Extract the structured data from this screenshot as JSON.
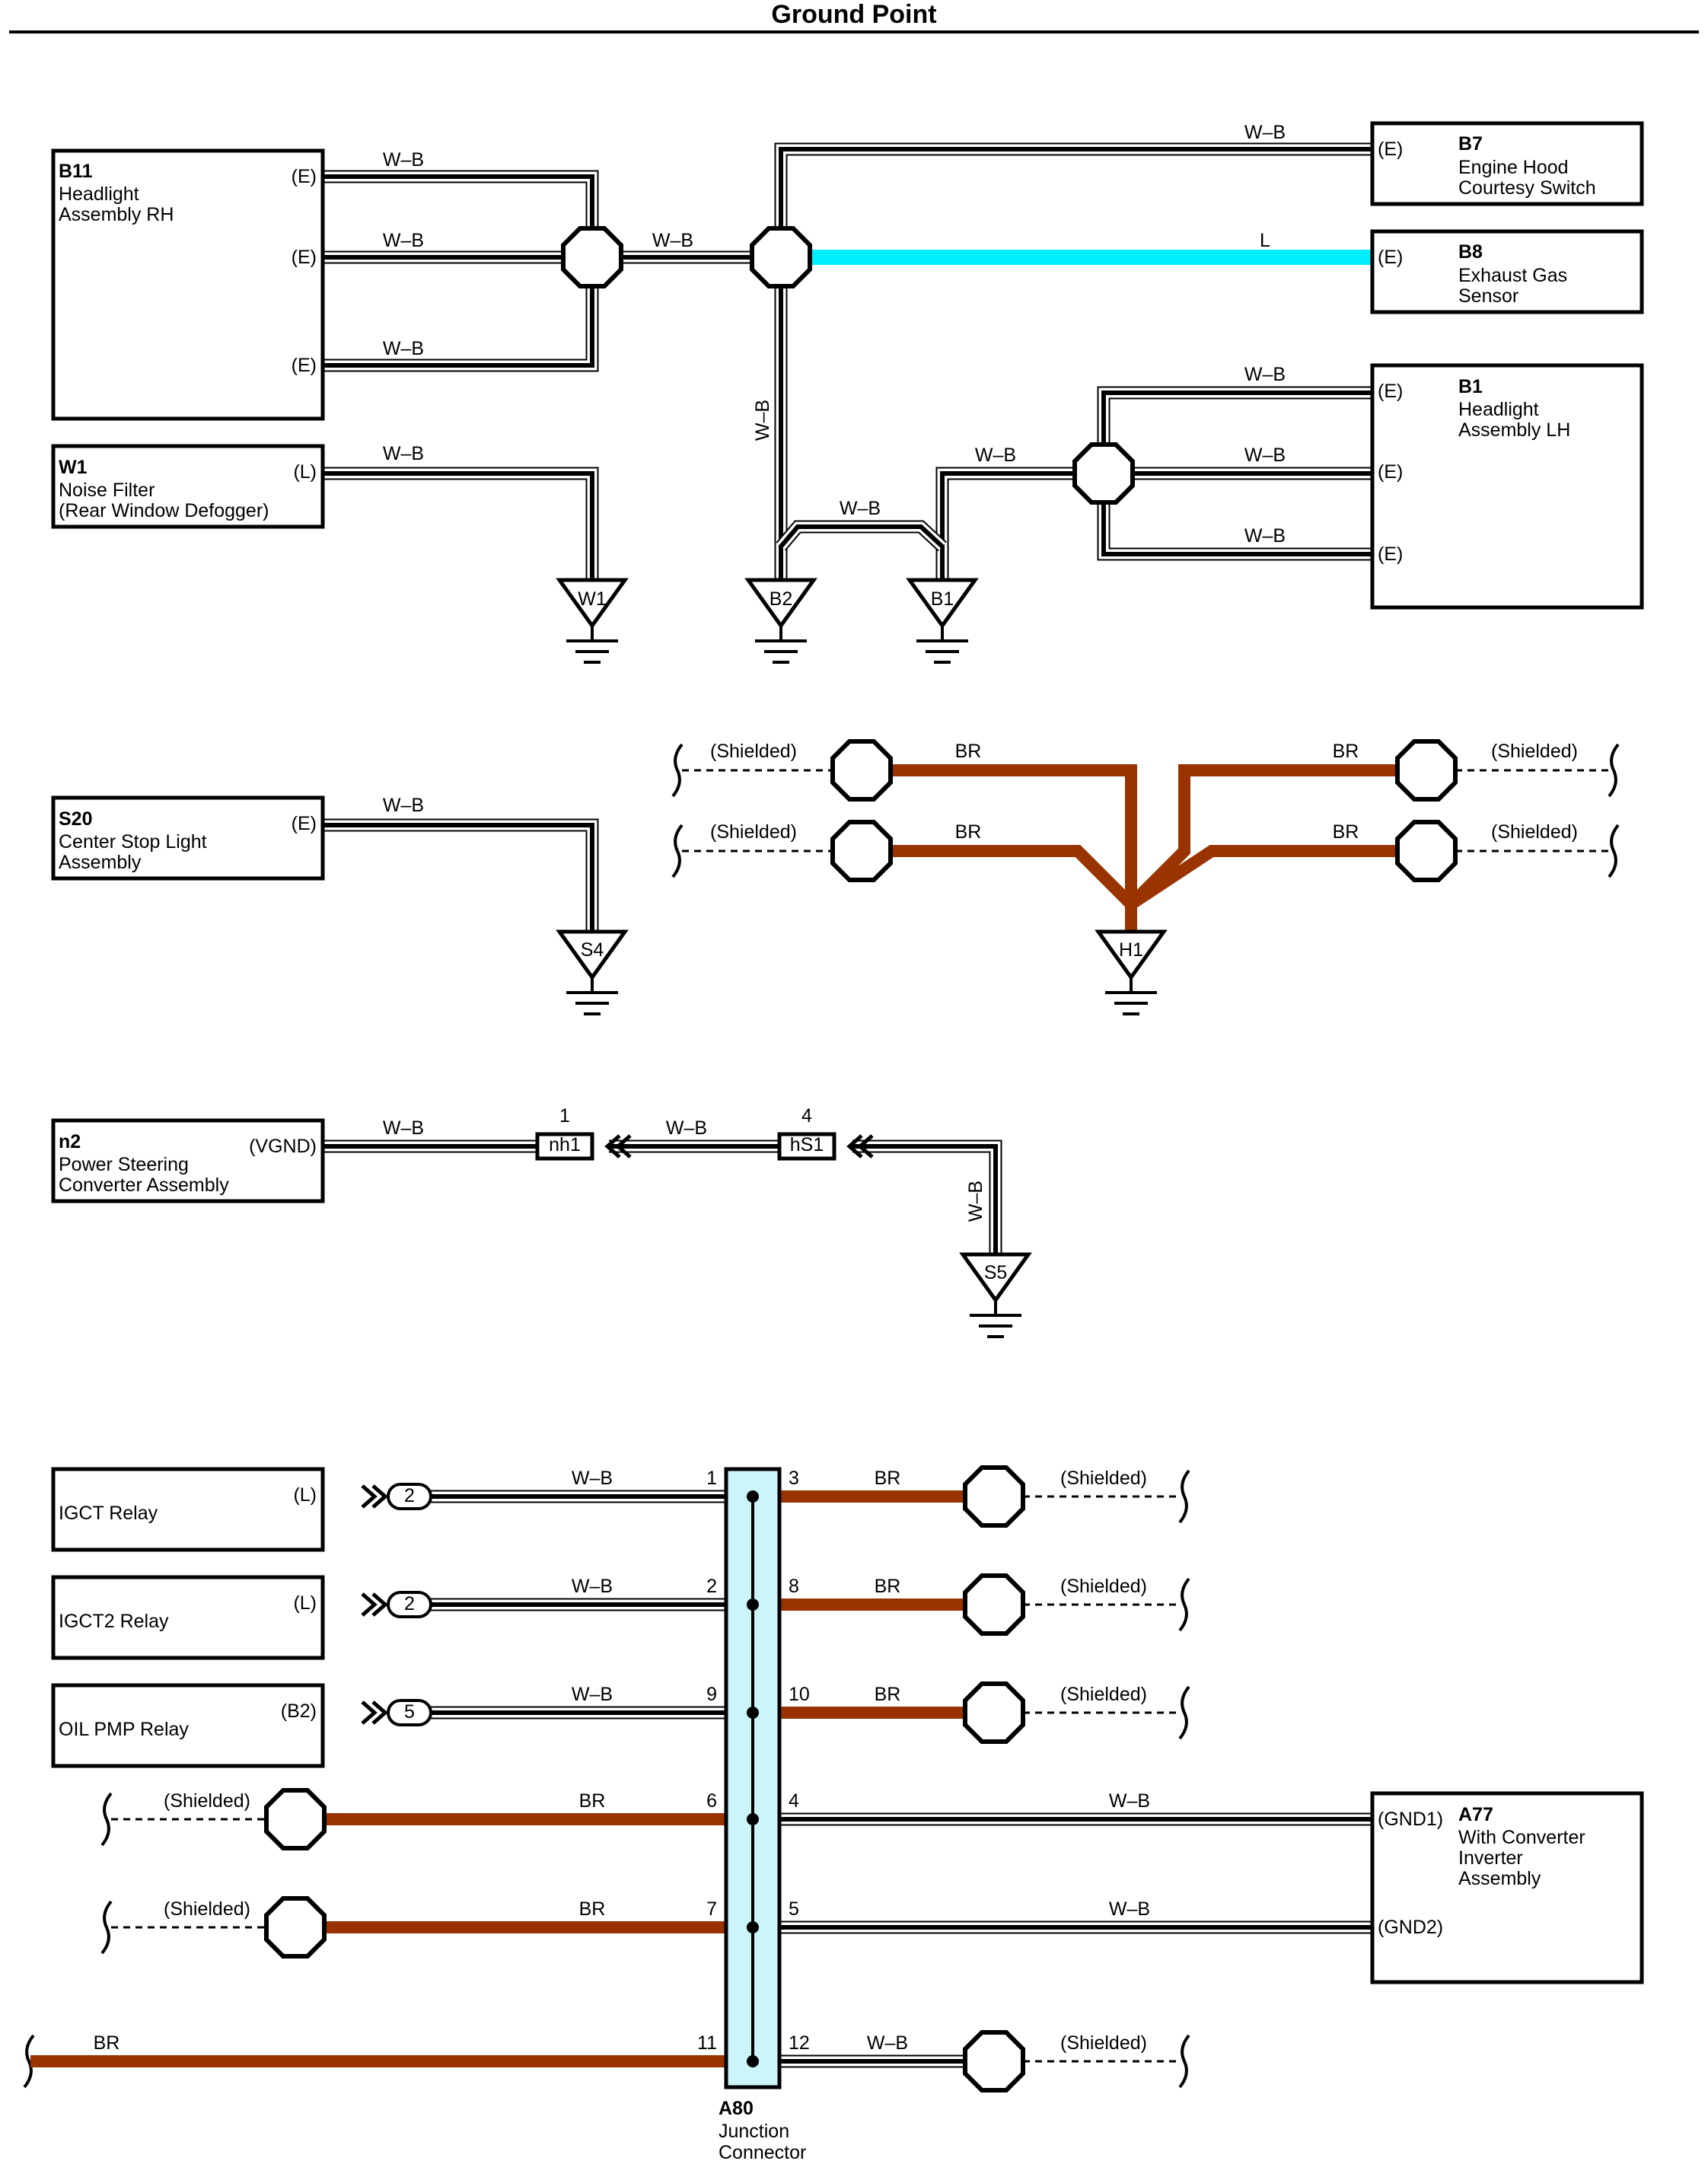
{
  "title": "Ground Point",
  "colors": {
    "wire_wb": "#000000",
    "wire_br": "#993300",
    "wire_l": "#00eeff",
    "connector_a80": "#ccf5fa"
  },
  "components": [
    {
      "id": "b11",
      "code": "B11",
      "lines": [
        "Headlight",
        "Assembly RH"
      ],
      "pins": [
        "(E)",
        "(E)",
        "(E)"
      ]
    },
    {
      "id": "w1",
      "code": "W1",
      "lines": [
        "Noise Filter",
        "(Rear Window Defogger)"
      ],
      "pins": [
        "(L)"
      ]
    },
    {
      "id": "b7",
      "code": "B7",
      "lines": [
        "Engine Hood",
        "Courtesy Switch"
      ],
      "pins": [
        "(E)"
      ]
    },
    {
      "id": "b8",
      "code": "B8",
      "lines": [
        "Exhaust Gas",
        "Sensor"
      ],
      "pins": [
        "(E)"
      ]
    },
    {
      "id": "b1",
      "code": "B1",
      "lines": [
        "Headlight",
        "Assembly LH"
      ],
      "pins": [
        "(E)",
        "(E)",
        "(E)"
      ]
    },
    {
      "id": "s20",
      "code": "S20",
      "lines": [
        "Center Stop Light",
        "Assembly"
      ],
      "pins": [
        "(E)"
      ]
    },
    {
      "id": "n2",
      "code": "n2",
      "lines": [
        "Power Steering",
        "Converter Assembly"
      ],
      "pins": [
        "(VGND)"
      ]
    },
    {
      "id": "igct",
      "code": "",
      "lines": [
        "IGCT Relay"
      ],
      "pins": [
        "(L)"
      ]
    },
    {
      "id": "igct2",
      "code": "",
      "lines": [
        "IGCT2 Relay"
      ],
      "pins": [
        "(L)"
      ]
    },
    {
      "id": "oilpmp",
      "code": "",
      "lines": [
        "OIL PMP Relay"
      ],
      "pins": [
        "(B2)"
      ]
    },
    {
      "id": "a77",
      "code": "A77",
      "lines": [
        "With Converter",
        "Inverter",
        "Assembly"
      ],
      "pins": [
        "(GND1)",
        "(GND2)"
      ]
    }
  ],
  "grounds": [
    "W1",
    "B2",
    "B1",
    "S4",
    "H1",
    "S5"
  ],
  "wire_labels": {
    "wb": "W–B",
    "br": "BR",
    "l": "L"
  },
  "shielded": "(Shielded)",
  "connectors": {
    "nh1": {
      "code": "nh1",
      "pin": "1"
    },
    "hs1": {
      "code": "hS1",
      "pin": "4"
    },
    "igct_pin": "2",
    "igct2_pin": "2",
    "oilpmp_pin": "5"
  },
  "a80": {
    "code": "A80",
    "lines": [
      "Junction",
      "Connector"
    ],
    "left_pins": [
      "1",
      "2",
      "9",
      "6",
      "7",
      "11"
    ],
    "right_pins": [
      "3",
      "8",
      "10",
      "4",
      "5",
      "12"
    ]
  }
}
